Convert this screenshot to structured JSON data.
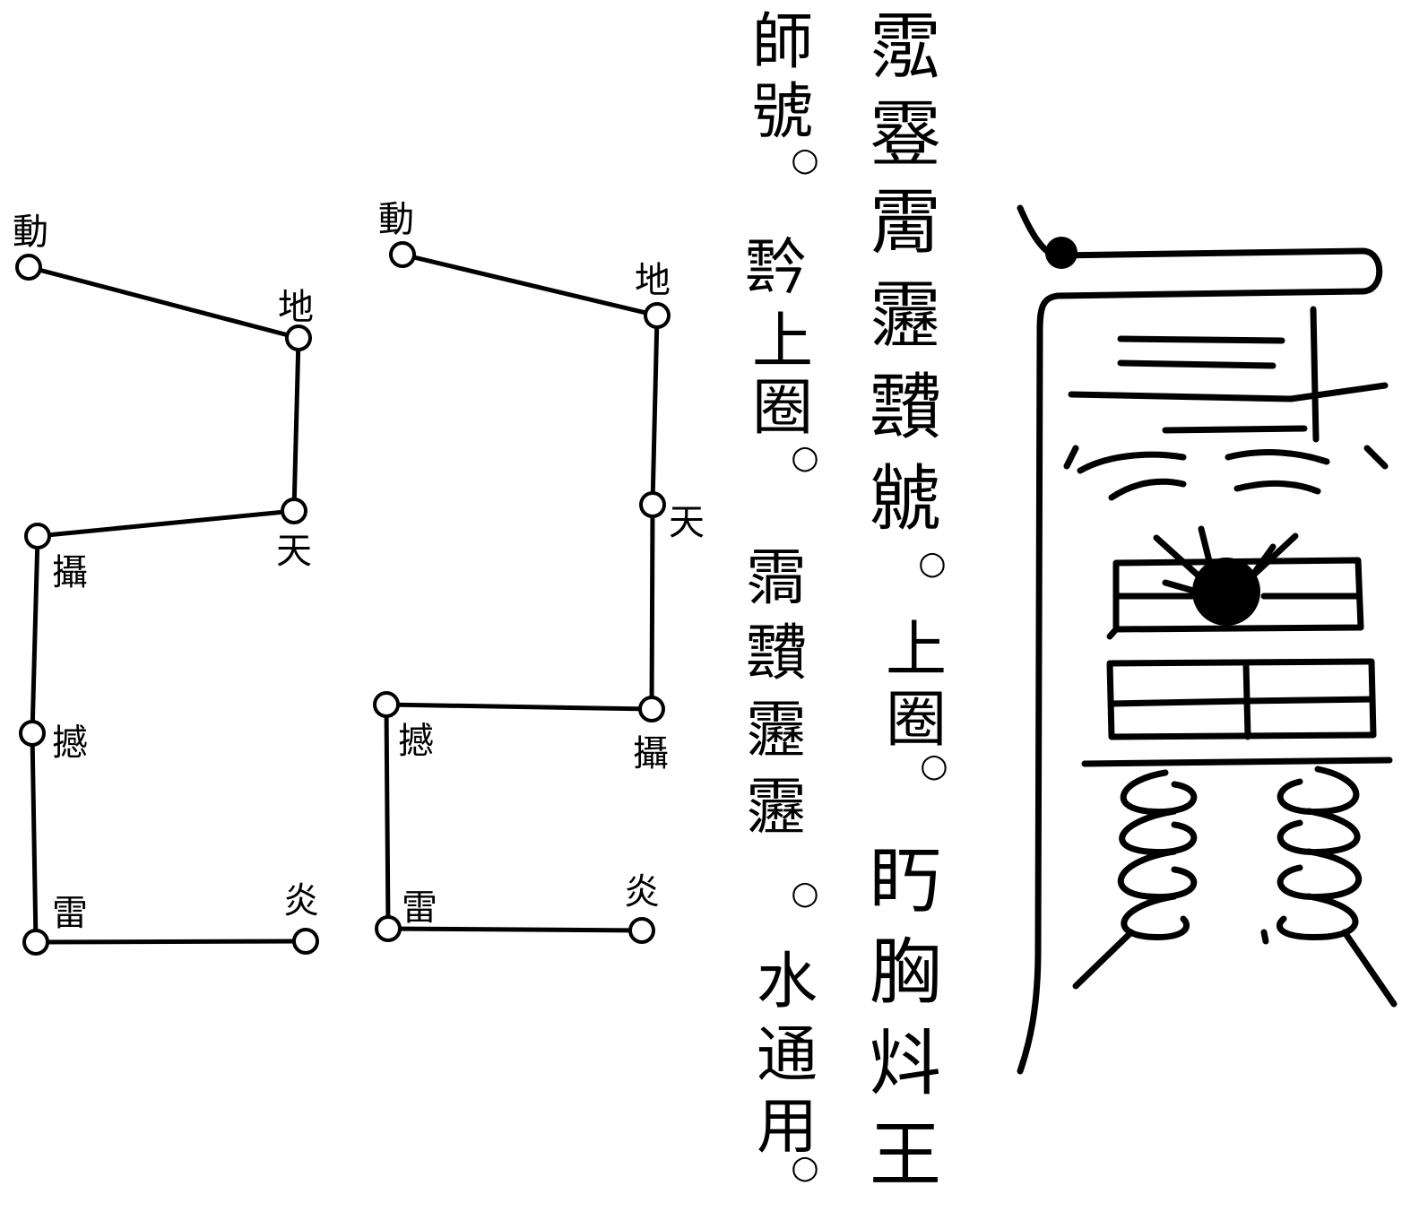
{
  "text_columns": {
    "col1": [
      "霐",
      "霯",
      "霌",
      "靋",
      "靅",
      "虩",
      "○"
    ],
    "col1_b": [
      "上",
      "圈",
      "○"
    ],
    "col1_c": [
      "䀎",
      "胸",
      "炓",
      "王"
    ],
    "col2": [
      "師",
      "號",
      "○"
    ],
    "col2_b": [
      "霒",
      "上",
      "圈",
      "○"
    ],
    "col2_c": [
      "霘",
      "靅",
      "靋",
      "靋",
      "○"
    ],
    "col2_d": [
      "水",
      "通",
      "用",
      "○"
    ]
  },
  "diagram_a": {
    "labels": {
      "dong": "動",
      "di": "地",
      "tian": "天",
      "she": "攝",
      "han": "撼",
      "lei": "雷",
      "yan": "炎"
    }
  },
  "diagram_b": {
    "labels": {
      "dong": "動",
      "di": "地",
      "tian": "天",
      "she": "攝",
      "han": "撼",
      "lei": "雷",
      "yan": "炎"
    }
  },
  "colors": {
    "ink": "#000000",
    "paper": "#ffffff"
  }
}
